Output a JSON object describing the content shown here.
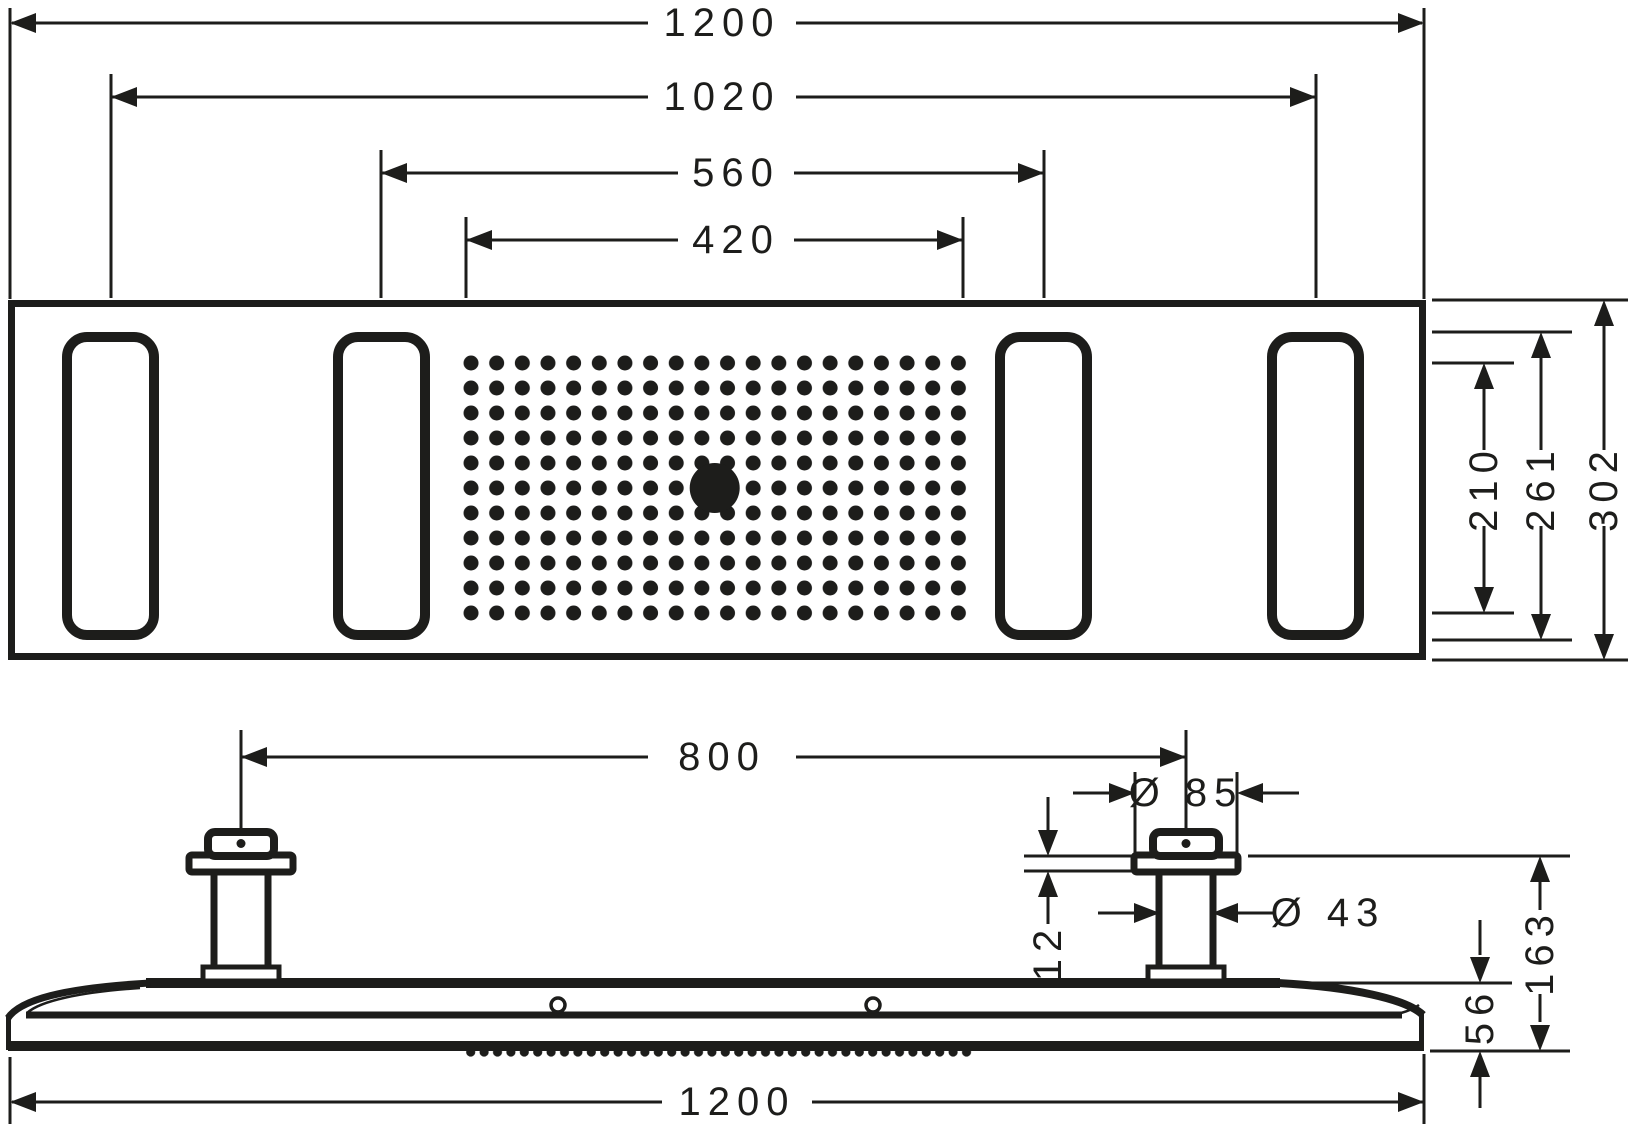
{
  "colors": {
    "ink": "#1d1d1b",
    "paper": "#ffffff"
  },
  "top_view": {
    "dims": {
      "overall_width": "1200",
      "outer_slot_spacing": "1020",
      "inner_slot_spacing": "560",
      "spray_field_width": "420",
      "spray_field_depth": "210",
      "slot_depth": "261",
      "overall_depth": "302"
    }
  },
  "side_view": {
    "dims": {
      "connector_spacing": "800",
      "flange_diameter": "Ø 85",
      "pipe_diameter": "Ø 43",
      "flange_height": "12",
      "total_height": "163",
      "panel_height": "56",
      "overall_width": "1200"
    }
  }
}
